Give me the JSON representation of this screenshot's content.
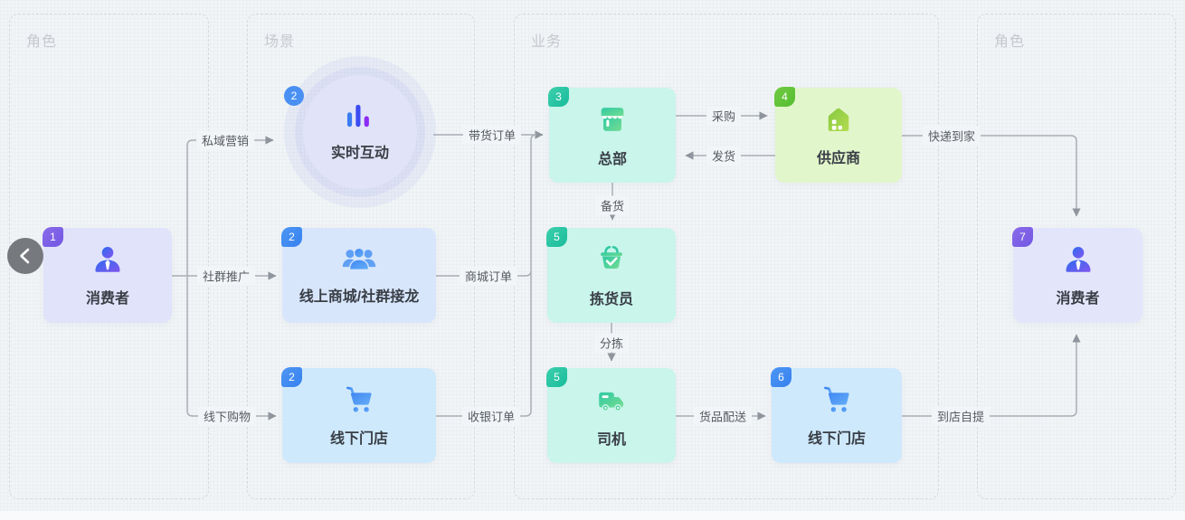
{
  "sections": [
    {
      "label": "角色"
    },
    {
      "label": "场景"
    },
    {
      "label": "业务"
    },
    {
      "label": "角色"
    }
  ],
  "nodes": [
    {
      "badge": "1",
      "label": "消费者",
      "icon": "person-icon"
    },
    {
      "badge": "2",
      "label": "实时互动",
      "icon": "bar-chart-icon"
    },
    {
      "badge": "2",
      "label": "线上商城/社群接龙",
      "icon": "people-group-icon"
    },
    {
      "badge": "2",
      "label": "线下门店",
      "icon": "cart-icon"
    },
    {
      "badge": "3",
      "label": "总部",
      "icon": "storefront-icon"
    },
    {
      "badge": "4",
      "label": "供应商",
      "icon": "house-icon"
    },
    {
      "badge": "5",
      "label": "拣货员",
      "icon": "basket-check-icon"
    },
    {
      "badge": "5",
      "label": "司机",
      "icon": "truck-icon"
    },
    {
      "badge": "6",
      "label": "线下门店",
      "icon": "cart-icon"
    },
    {
      "badge": "7",
      "label": "消费者",
      "icon": "person-icon"
    }
  ],
  "edges": [
    {
      "label": "私域营销"
    },
    {
      "label": "社群推广"
    },
    {
      "label": "线下购物"
    },
    {
      "label": "带货订单"
    },
    {
      "label": "商城订单"
    },
    {
      "label": "收银订单"
    },
    {
      "label": "采购"
    },
    {
      "label": "发货"
    },
    {
      "label": "备货"
    },
    {
      "label": "分拣"
    },
    {
      "label": "货品配送"
    },
    {
      "label": "快递到家"
    },
    {
      "label": "到店自提"
    }
  ],
  "colors": {
    "canvas": "#f2f5f7",
    "line": "#a9aeb5",
    "arrowhead": "#8f959d",
    "badge_purple": "#7d60e6",
    "badge_blue": "#3f8cf3",
    "badge_teal": "#2cc4a4",
    "badge_green": "#63c439",
    "node_lavender": "#e0e3fa",
    "node_blue": "#d8e6fc",
    "node_sky": "#cfe9fc",
    "node_mint": "#c9f5eb",
    "node_lime": "#e2f6cb",
    "icon_blue_purple_from": "#2d6bf0",
    "icon_blue_purple_to": "#8256ef",
    "icon_green_from": "#2fc9a4",
    "icon_green_to": "#74dd92"
  }
}
